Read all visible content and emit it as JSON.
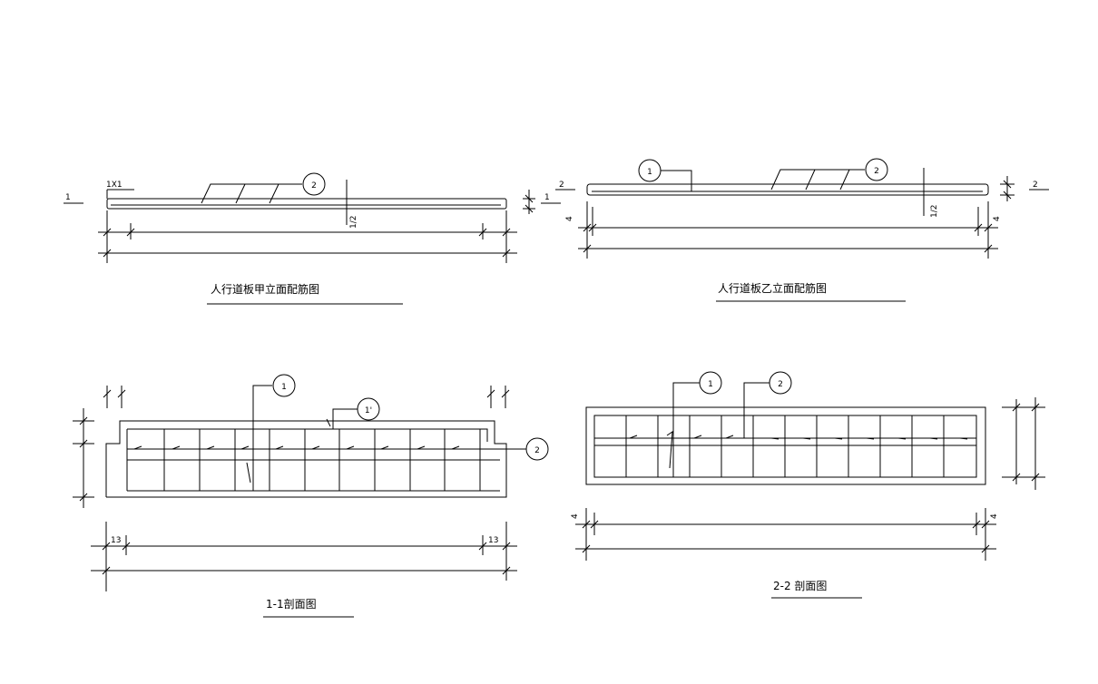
{
  "views": {
    "elev_a": {
      "title": "人行道板甲立面配筋图",
      "scale_note": "1X1",
      "cut_mark": "1",
      "cut_mark_right": "1",
      "mark_2": "2",
      "center_note": "1/2"
    },
    "elev_b": {
      "title": "人行道板乙立面配筋图",
      "cut_mark": "2",
      "cut_mark_right": "2",
      "mark_1": "1",
      "mark_2": "2",
      "dim_left": "4",
      "dim_right": "4",
      "center_note": "1/2"
    },
    "section_11": {
      "title": "1-1剖面图",
      "mark_1": "1",
      "mark_1p": "1'",
      "mark_2": "2",
      "dim_left": "13",
      "dim_right": "13"
    },
    "section_22": {
      "title": "2-2 剖面图",
      "mark_1": "1",
      "mark_2": "2",
      "dim_left": "4",
      "dim_right": "4"
    }
  }
}
